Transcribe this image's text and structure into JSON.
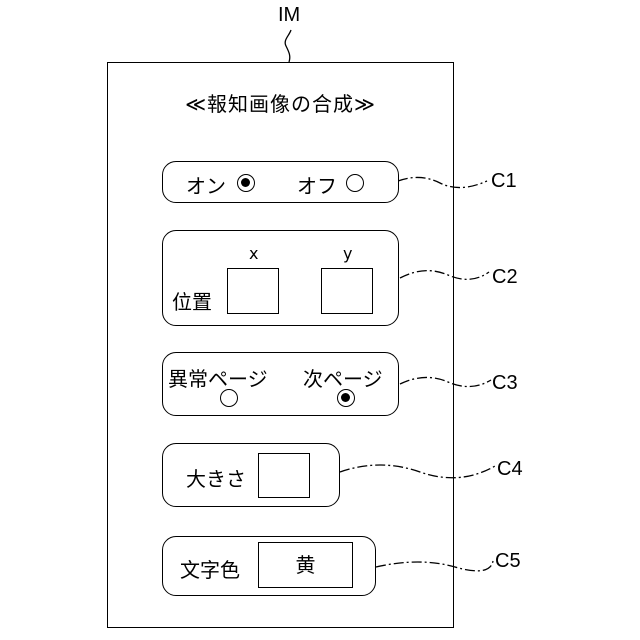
{
  "figure_label": "IM",
  "screen": {
    "title": "≪報知画像の合成≫",
    "controls": [
      {
        "ref": "C1",
        "options": [
          {
            "label": "オン",
            "selected": true
          },
          {
            "label": "オフ",
            "selected": false
          }
        ]
      },
      {
        "ref": "C2",
        "label": "位置",
        "x_label": "x",
        "y_label": "y",
        "x_value": "",
        "y_value": ""
      },
      {
        "ref": "C3",
        "options": [
          {
            "label": "異常ページ",
            "selected": false
          },
          {
            "label": "次ページ",
            "selected": true
          }
        ]
      },
      {
        "ref": "C4",
        "label": "大きさ",
        "value": ""
      },
      {
        "ref": "C5",
        "label": "文字色",
        "value": "黄"
      }
    ]
  }
}
